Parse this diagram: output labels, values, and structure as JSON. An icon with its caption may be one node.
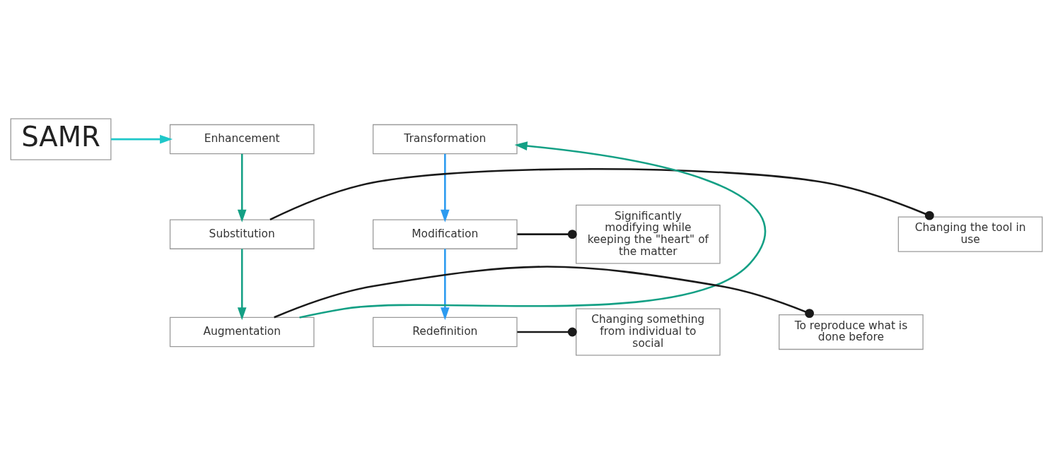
{
  "diagram": {
    "nodes": [
      {
        "text": [
          "SAMR"
        ]
      },
      {
        "text": [
          "Enhancement"
        ]
      },
      {
        "text": [
          "Changing the tool in use"
        ]
      },
      {
        "text": [
          "Substitution"
        ]
      },
      {
        "text": [
          "To reproduce what is done before"
        ]
      },
      {
        "text": [
          "Augmentation"
        ]
      },
      {
        "text": [
          "Transformation"
        ]
      },
      {
        "text": [
          "Modification"
        ]
      },
      {
        "text": [
          "Significantly modifying while keeping the \"heart\" of the matter"
        ]
      },
      {
        "text": [
          "Redefinition"
        ]
      },
      {
        "text": [
          "Changing something from individual to social"
        ]
      }
    ],
    "edges": [
      {
        "from": 0,
        "to": 1,
        "arrow": "to",
        "color": "#1fc7c9"
      },
      {
        "from": 1,
        "to": 3,
        "arrow": "to",
        "color": "#14a085"
      },
      {
        "from": 3,
        "to": 2,
        "arrow": "other",
        "color": "#1a1a1a"
      },
      {
        "from": 3,
        "to": 5,
        "arrow": "to",
        "color": "#14a085"
      },
      {
        "from": 5,
        "to": 4,
        "arrow": "other",
        "color": "#1a1a1a"
      },
      {
        "from": 5,
        "to": 6,
        "arrow": "to",
        "color": "#14a085"
      },
      {
        "from": 6,
        "to": 7,
        "arrow": "to",
        "color": "#2d9bf0"
      },
      {
        "from": 7,
        "to": 8,
        "arrow": "other",
        "color": "#1a1a1a"
      },
      {
        "from": 7,
        "to": 9,
        "arrow": "to",
        "color": "#2d9bf0"
      },
      {
        "from": 9,
        "to": 10,
        "arrow": "other",
        "color": "#1a1a1a"
      }
    ]
  }
}
